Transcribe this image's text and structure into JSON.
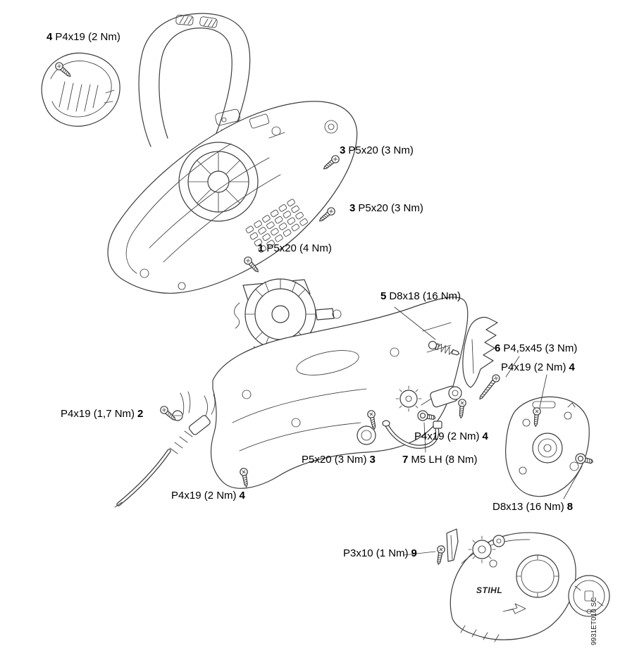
{
  "colors": {
    "ink": "#3c3c3c",
    "text": "#000000",
    "background": "#ffffff"
  },
  "cover_brand": "STIHL",
  "watermark": "9931ET010 SC",
  "labels": [
    {
      "num": "4",
      "spec": "P4x19 (2 Nm)",
      "num_position": "first"
    },
    {
      "num": "3",
      "spec": "P5x20 (3 Nm)",
      "num_position": "first"
    },
    {
      "num": "3",
      "spec": "P5x20 (3 Nm)",
      "num_position": "first"
    },
    {
      "num": "1",
      "spec": "P5x20 (4 Nm)",
      "num_position": "first"
    },
    {
      "num": "5",
      "spec": "D8x18 (16 Nm)",
      "num_position": "first"
    },
    {
      "num": "6",
      "spec": "P4,5x45 (3 Nm)",
      "num_position": "first"
    },
    {
      "num": "4",
      "spec": "P4x19 (2 Nm)",
      "num_position": "last"
    },
    {
      "num": "2",
      "spec": "P4x19 (1,7 Nm)",
      "num_position": "last"
    },
    {
      "num": "4",
      "spec": "P4x19 (2 Nm)",
      "num_position": "last"
    },
    {
      "num": "3",
      "spec": "P5x20 (3 Nm)",
      "num_position": "last"
    },
    {
      "num": "7",
      "spec": "M5 LH (8 Nm)",
      "num_position": "first"
    },
    {
      "num": "4",
      "spec": "P4x19 (2 Nm)",
      "num_position": "last"
    },
    {
      "num": "8",
      "spec": "D8x13 (16 Nm)",
      "num_position": "last"
    },
    {
      "num": "9",
      "spec": "P3x10 (1 Nm)",
      "num_position": "last"
    }
  ]
}
